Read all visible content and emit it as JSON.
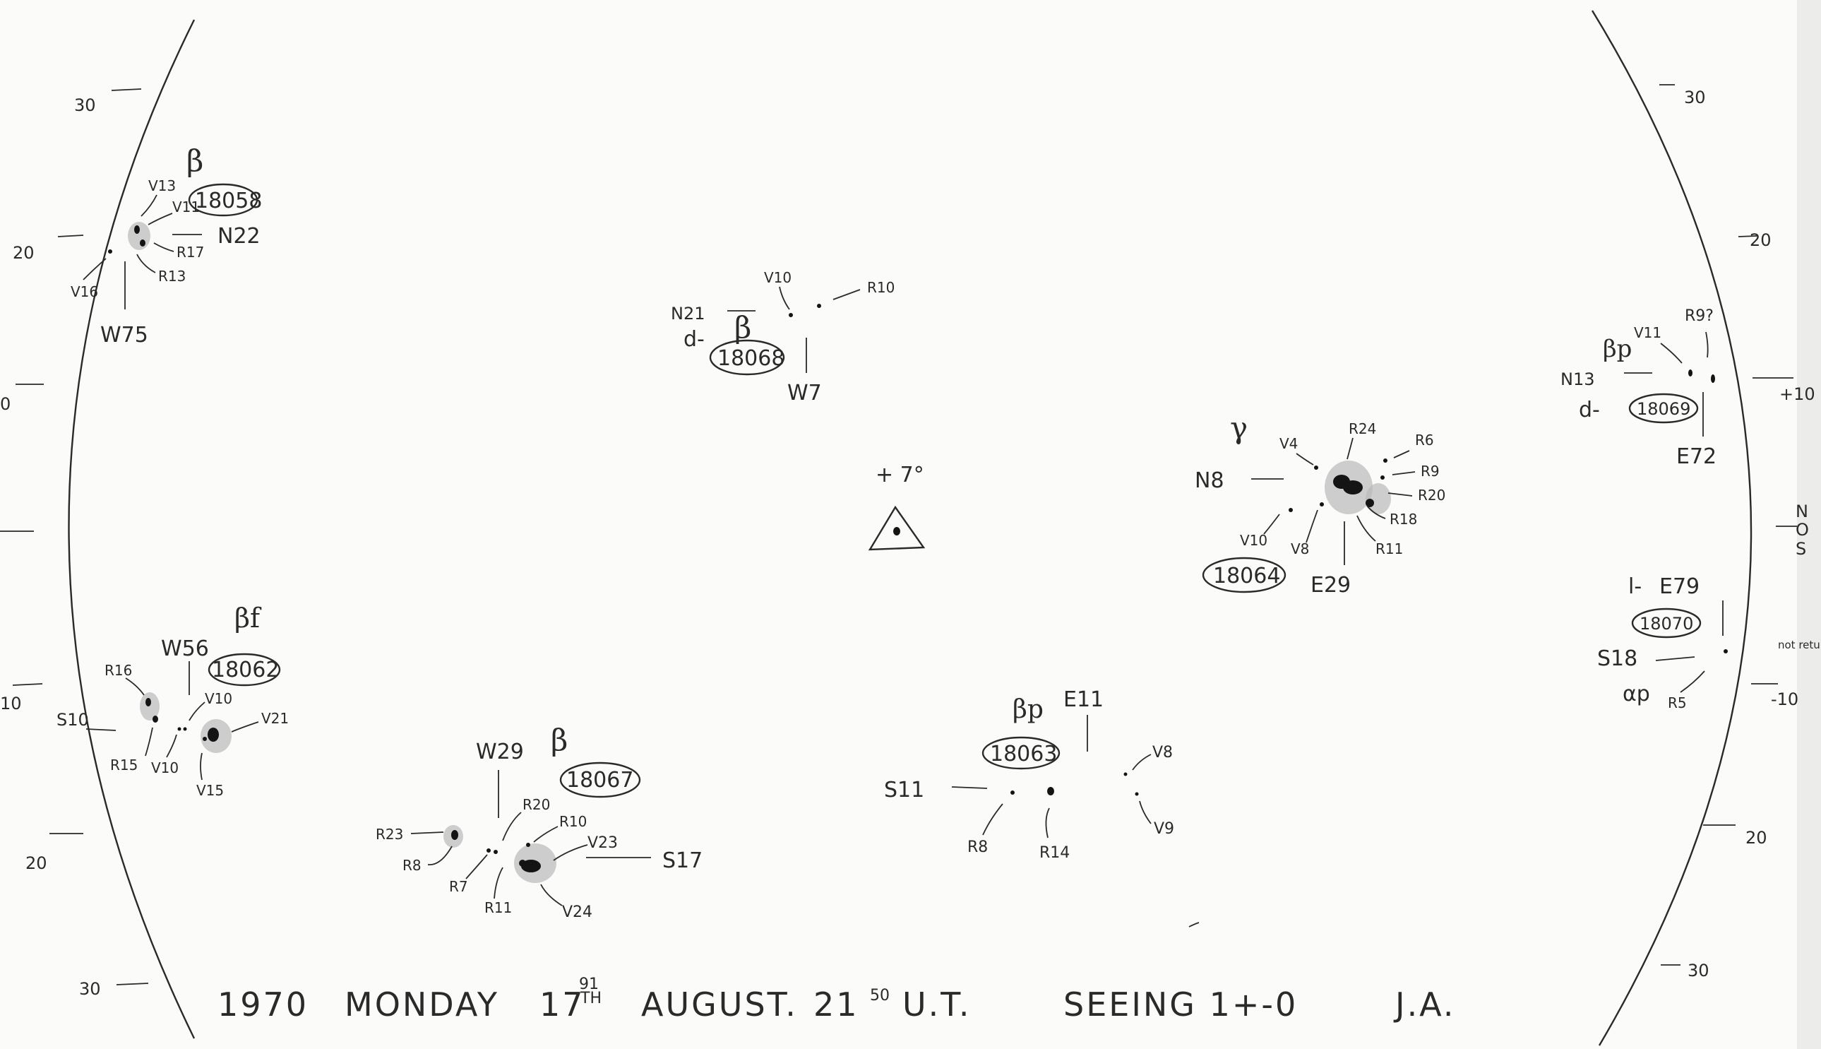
{
  "disk": {
    "left_scale": [
      "30",
      "20",
      "0",
      "10",
      "20",
      "30"
    ],
    "right_scale": [
      "30",
      "20",
      "+10",
      "N",
      "O",
      "S",
      "-10",
      "20",
      "30"
    ],
    "right_edge_note": "not returned"
  },
  "center_mark": {
    "label": "+ 7°"
  },
  "groups": [
    {
      "number": "18058",
      "class": "β",
      "hemisphere": "N22",
      "longitude": "W75",
      "spots": [
        "V13",
        "V11",
        "R17",
        "R13",
        "V16"
      ]
    },
    {
      "number": "18068",
      "class": "β",
      "prefix": "d-",
      "hemisphere": "N21",
      "longitude": "W7",
      "spots": [
        "V10",
        "R10"
      ]
    },
    {
      "number": "18069",
      "class": "βp",
      "prefix": "d-",
      "hemisphere": "N13",
      "longitude": "E72",
      "spots": [
        "V11",
        "R9?"
      ]
    },
    {
      "number": "18064",
      "class": "γ",
      "hemisphere": "N8",
      "longitude": "E29",
      "spots": [
        "V4",
        "R24",
        "R6",
        "R9",
        "R20",
        "R18",
        "R11",
        "V10",
        "V8"
      ]
    },
    {
      "number": "18070",
      "class": "αp",
      "prefix": "l-",
      "hemisphere": "S18",
      "longitude": "E79",
      "spots": [
        "R5"
      ]
    },
    {
      "number": "18062",
      "class": "βf",
      "hemisphere": "S10",
      "longitude": "W56",
      "spots": [
        "R16",
        "V10",
        "V21",
        "R15",
        "V10",
        "V15"
      ]
    },
    {
      "number": "18067",
      "class": "β",
      "hemisphere": "S17",
      "longitude": "W29",
      "spots": [
        "R23",
        "R20",
        "R10",
        "V23",
        "R8",
        "R7",
        "R11",
        "V24"
      ]
    },
    {
      "number": "18063",
      "class": "βp",
      "hemisphere": "S11",
      "longitude": "E11",
      "spots": [
        "V8",
        "V9",
        "R8",
        "R14"
      ]
    }
  ],
  "footer": {
    "year": "1970",
    "weekday": "MONDAY",
    "day": "17",
    "day_suffix": "TH",
    "day_sup": "91",
    "month": "AUGUST.",
    "time": "21",
    "time_min": "50",
    "time_unit": "U.T.",
    "seeing": "SEEING 1+-0",
    "initials": "J.A."
  }
}
